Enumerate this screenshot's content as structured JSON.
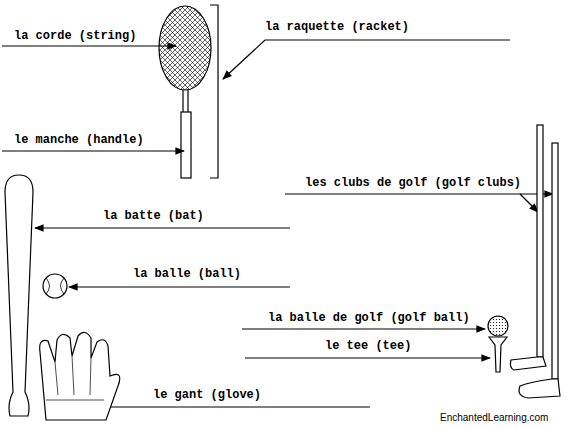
{
  "diagram": {
    "labels": [
      "la corde (string)",
      "la raquette (racket)",
      "le manche (handle)",
      "les clubs de golf (golf clubs)",
      "la batte (bat)",
      "la balle (ball)",
      "la balle de golf (golf ball)",
      "le tee (tee)",
      "le gant (glove)",
      "EnchantedLearning.com"
    ]
  }
}
